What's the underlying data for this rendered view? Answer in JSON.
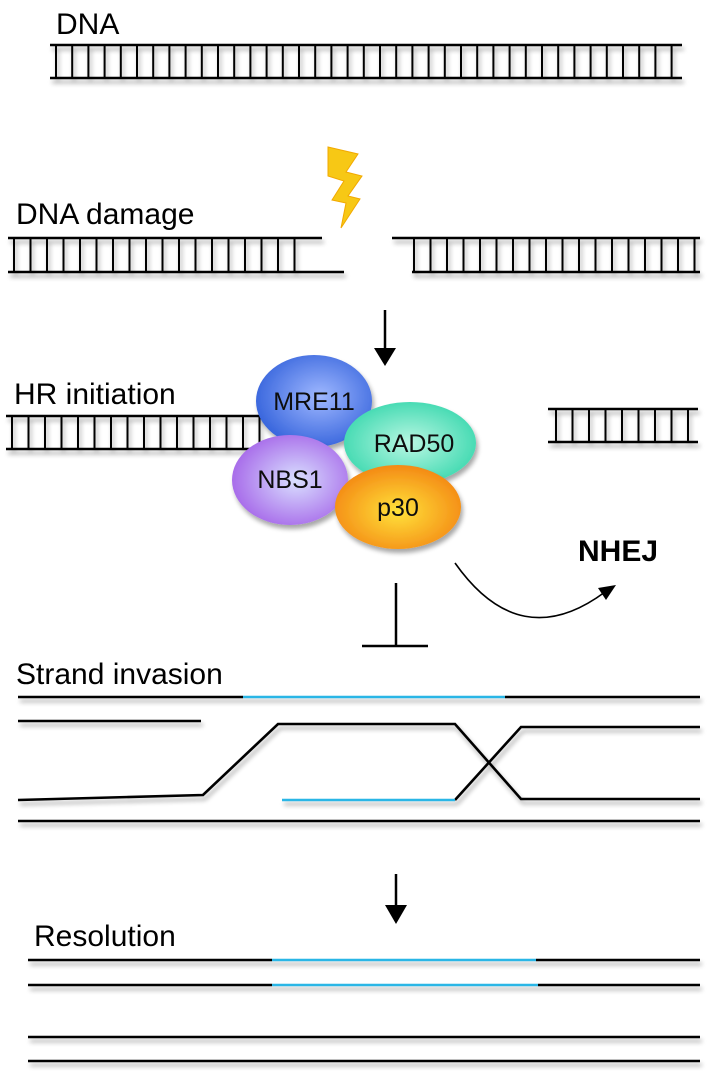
{
  "labels": {
    "dna": "DNA",
    "damage": "DNA damage",
    "hr": "HR initiation",
    "invasion": "Strand invasion",
    "resolution": "Resolution",
    "nhej": "NHEJ"
  },
  "proteins": {
    "mre11": "MRE11",
    "rad50": "RAD50",
    "nbs1": "NBS1",
    "p30": "p30"
  },
  "colors": {
    "new_dna": "#29b6e6",
    "lightning": "#f7c815",
    "mre11": "#3b6fe0",
    "rad50": "#3fd9b6",
    "nbs1": "#a86ae6",
    "p30": "#f49a10"
  }
}
